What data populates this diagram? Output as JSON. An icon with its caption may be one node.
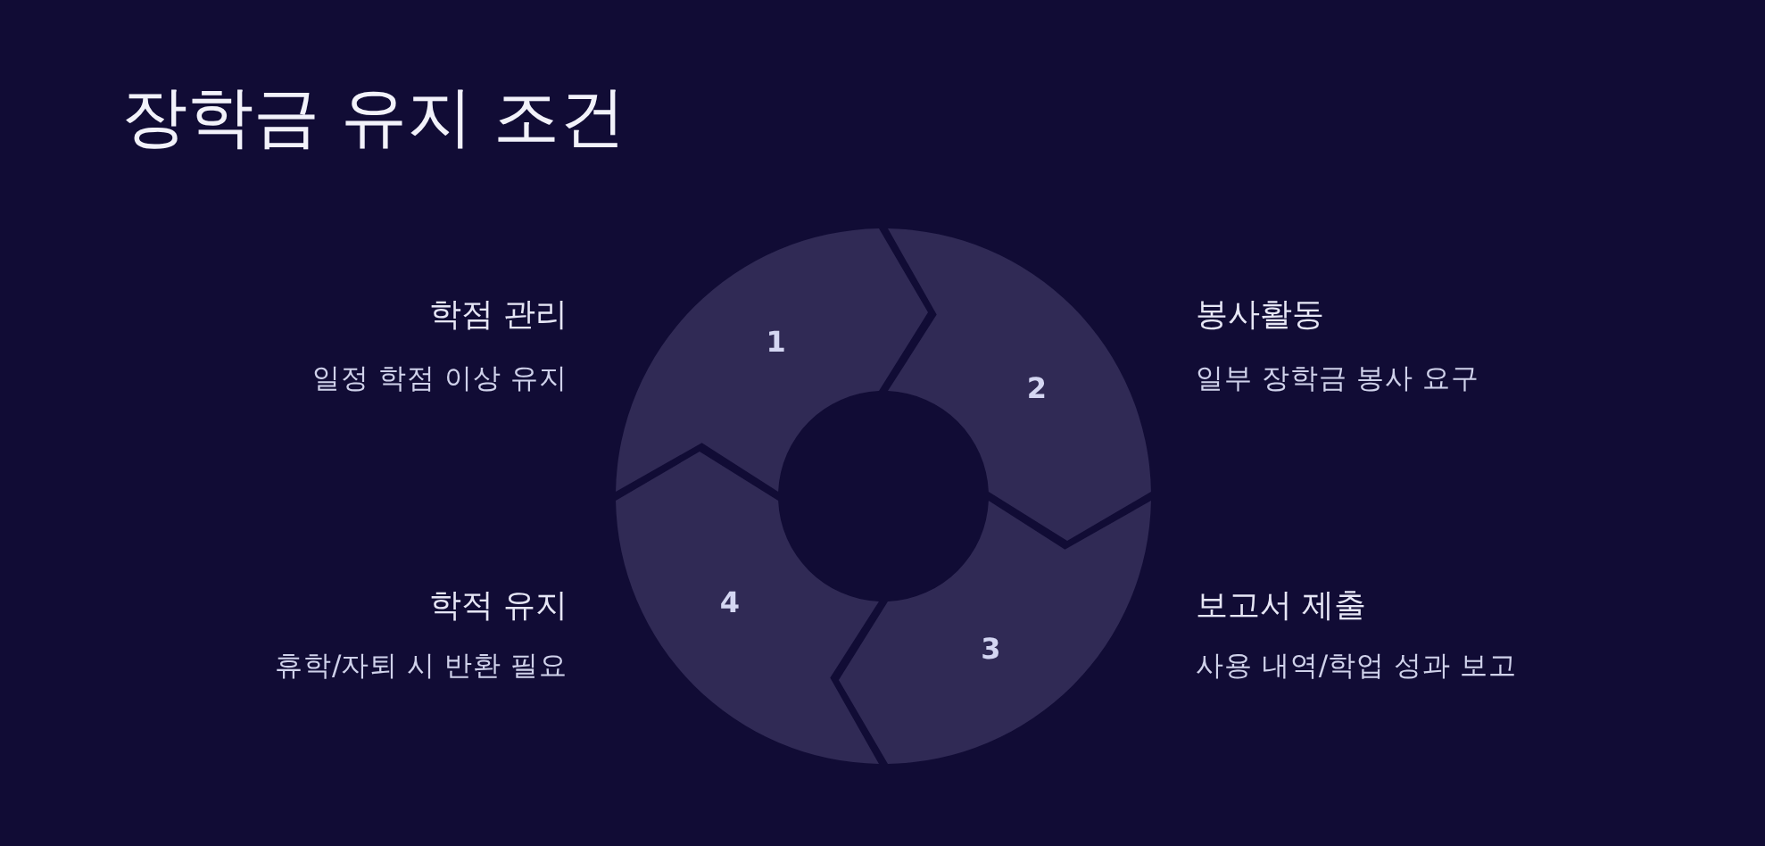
{
  "diagram": {
    "title": "장학금 유지 조건",
    "nodes": [
      {
        "text": [
          "1"
        ],
        "beside": [
          "학점 관리",
          "일정 학점 이상 유지"
        ]
      },
      {
        "text": [
          "2"
        ],
        "beside": [
          "봉사활동",
          "일부 장학금 봉사 요구"
        ]
      },
      {
        "text": [
          "3"
        ],
        "beside": [
          "보고서 제출",
          "사용 내역/학업 성과 보고"
        ]
      },
      {
        "text": [
          "4"
        ],
        "beside": [
          "학적 유지",
          "휴학/자퇴 시 반환 필요"
        ]
      }
    ]
  }
}
